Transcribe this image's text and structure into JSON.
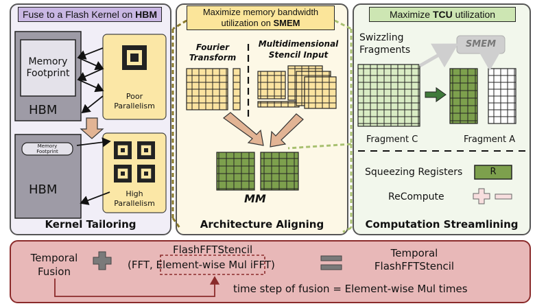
{
  "colors": {
    "panel_left_bg": "#f1eef7",
    "panel_mid_bg": "#fdf8e6",
    "panel_right_bg": "#f2f7ec",
    "bottom_bg": "#e8b8b8",
    "hbm_gray": "#9e9ba6",
    "chip_yellow": "#fbe7a6",
    "grid_yellow": "#fbe3a0",
    "grid_green": "#7da04d",
    "grid_light_green": "#d9ecc4",
    "arrow_tan": "#e2b494",
    "accent_red": "#8a2a2a"
  },
  "left": {
    "header": "Fuse to a Flash Kernel on ",
    "header_bold": "HBM",
    "mem_footprint": "Memory\nFootprint",
    "hbm_top": "HBM",
    "hbm_bottom": "HBM",
    "mem_footprint_small": "Memory\nFootprint",
    "poor_parallelism": "Poor\nParallelism",
    "high_parallelism": "High\nParallelism",
    "caption": "Kernel Tailoring"
  },
  "middle": {
    "header_line1": "Maximize memory bandwidth",
    "header_line2": "utilization on ",
    "header_bold": "SMEM",
    "fourier": "Fourier\nTransform",
    "stencil": "Multidimensional\nStencil Input",
    "mm": "MM",
    "caption": "Architecture Aligning"
  },
  "right": {
    "header": "Maximize ",
    "header_bold": "TCU",
    "header_tail": " utilization",
    "swizzling": "Swizzling\nFragments",
    "smem": "SMEM",
    "fragment_c": "Fragment C",
    "fragment_a": "Fragment A",
    "squeezing": "Squeezing Registers",
    "register": "R",
    "recompute": "ReCompute",
    "caption": "Computation Streamlining"
  },
  "bottom": {
    "temporal_fusion": "Temporal\nFusion",
    "flash_title": "FlashFFTStencil",
    "fft_prefix": "(FFT, ",
    "element_wise": "Element-wise Mul",
    "fft_suffix": " iFFT)",
    "result": "Temporal\nFlashFFTStencil",
    "note": "time step of fusion = Element-wise Mul times"
  }
}
